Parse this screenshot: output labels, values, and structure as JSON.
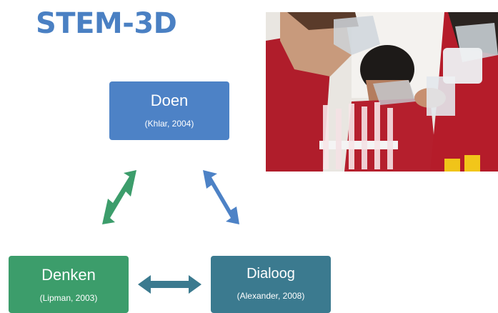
{
  "title": "STEM-3D",
  "nodes": {
    "doen": {
      "label": "Doen",
      "citation": "(Khlar, 2004)"
    },
    "denken": {
      "label": "Denken",
      "citation": "(Lipman, 2003)"
    },
    "dialoog": {
      "label": "Dialoog",
      "citation": "(Alexander, 2008)"
    }
  },
  "colors": {
    "title": "#4a80c3",
    "doen": "#4d82c6",
    "denken": "#3c9d6b",
    "dialoog": "#3b7a8f",
    "arrow_green": "#3c9d6b",
    "arrow_blue": "#4d82c6",
    "arrow_teal": "#3b7a8f"
  },
  "photo": {
    "subject": "students-lab-experiment-image"
  }
}
